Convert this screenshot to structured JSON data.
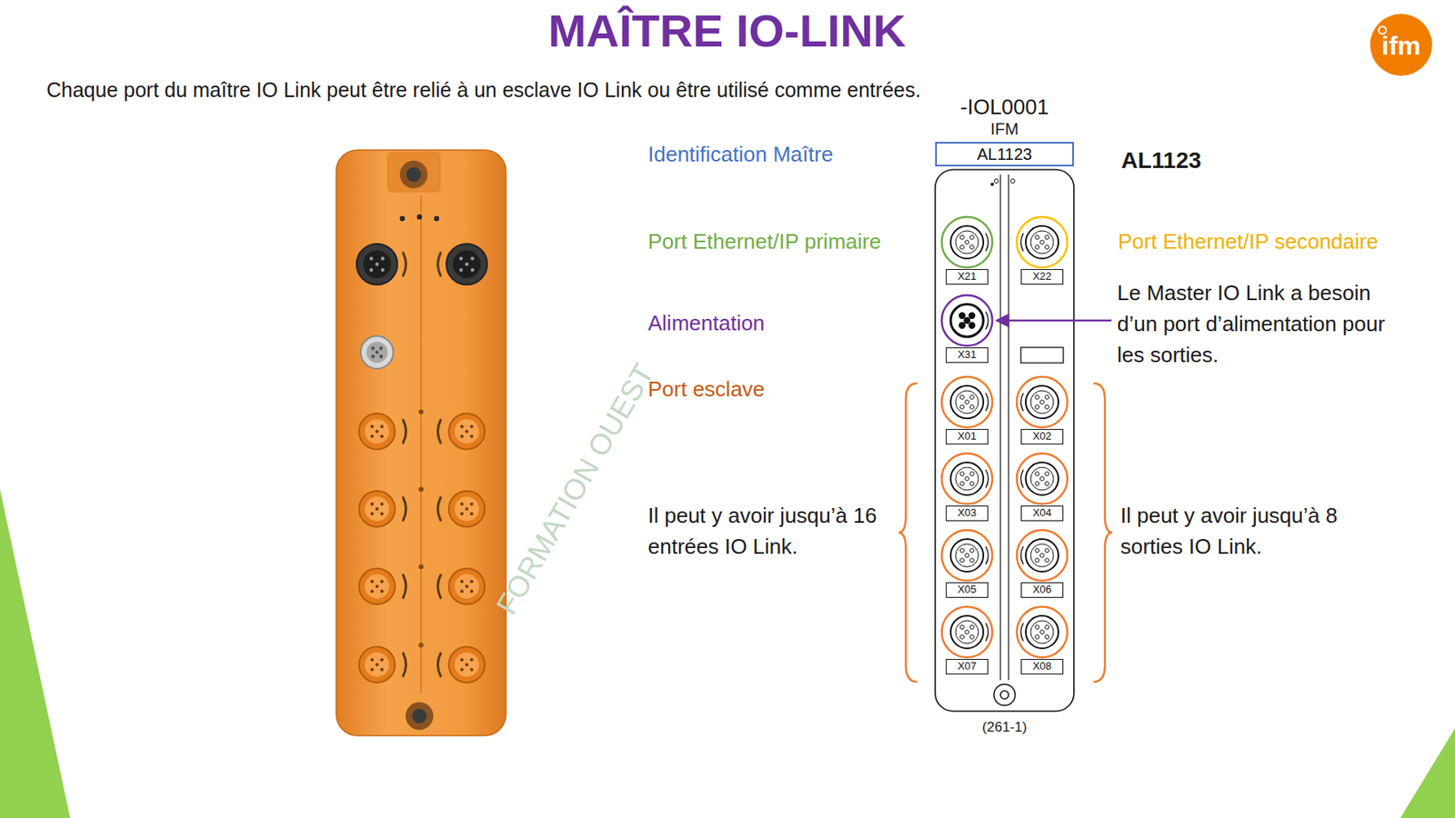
{
  "diagram": {
    "title": "MAÎTRE IO-LINK",
    "nodes": [
      {
        "text": [
          "AL1123"
        ]
      },
      {
        "text": [
          "X21"
        ]
      },
      {
        "text": [
          "X22"
        ]
      },
      {
        "text": [
          "X31"
        ]
      },
      {
        "text": [
          "X01"
        ]
      },
      {
        "text": [
          "X02"
        ]
      },
      {
        "text": [
          "X03"
        ]
      },
      {
        "text": [
          "X04"
        ]
      },
      {
        "text": [
          "X05"
        ]
      },
      {
        "text": [
          "X06"
        ]
      },
      {
        "text": [
          "X07"
        ]
      },
      {
        "text": [
          "X08"
        ]
      }
    ],
    "labels": [
      "Chaque port du maître IO Link peut être relié à un esclave IO Link ou être utilisé comme entrées.",
      "ifm",
      "FORMATION OUEST",
      "-IOL0001",
      "IFM",
      "(261-1)",
      "Identification Maître",
      "Port Ethernet/IP primaire",
      "Alimentation",
      "Port esclave",
      "Il peut y avoir jusqu’à 16 entrées IO Link.",
      "AL1123",
      "Port Ethernet/IP secondaire",
      "Le Master IO Link a besoin d’un port d’alimentation pour les sorties.",
      "Il peut y avoir jusqu’à 8 sorties IO Link."
    ]
  }
}
